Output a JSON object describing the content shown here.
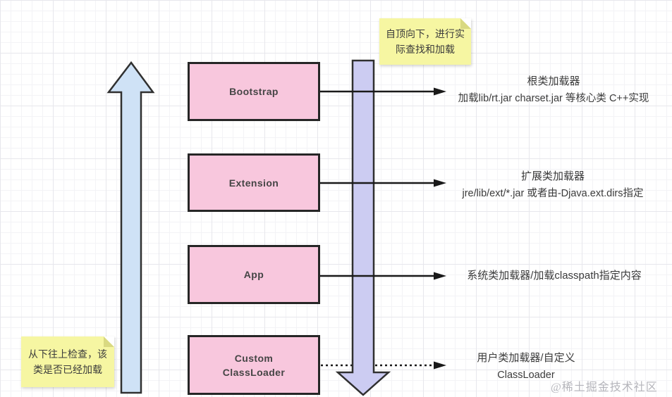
{
  "nodes": [
    {
      "label": "Bootstrap"
    },
    {
      "label": "Extension"
    },
    {
      "label": "App"
    },
    {
      "label": "Custom\nClassLoader"
    }
  ],
  "annotations": [
    {
      "title": "根类加载器",
      "detail": "加载lib/rt.jar charset.jar 等核心类 C++实现"
    },
    {
      "title": "扩展类加载器",
      "detail": "jre/lib/ext/*.jar 或者由-Djava.ext.dirs指定"
    },
    {
      "title": "系统类加载器/加载classpath指定内容",
      "detail": ""
    },
    {
      "title": "用户类加载器/自定义",
      "detail": "ClassLoader"
    }
  ],
  "notes": {
    "top": "自顶向下，进行实\n际查找和加载",
    "bottom": "从下往上检查，该\n类是否已经加载"
  },
  "arrows": {
    "left_up_arrow_meaning": "从下往上检查，该类是否已经加载",
    "middle_down_arrow_meaning": "自顶向下，进行实际查找和加载"
  },
  "watermark": "@稀土掘金技术社区",
  "colors": {
    "node_fill": "#f8c7dd",
    "node_border": "#262626",
    "up_arrow_fill": "#cfe2f6",
    "down_arrow_fill": "#ccccf2",
    "note_fill": "#f6f6a2",
    "connector": "#1a1a1a",
    "text": "#3b3b3b"
  }
}
